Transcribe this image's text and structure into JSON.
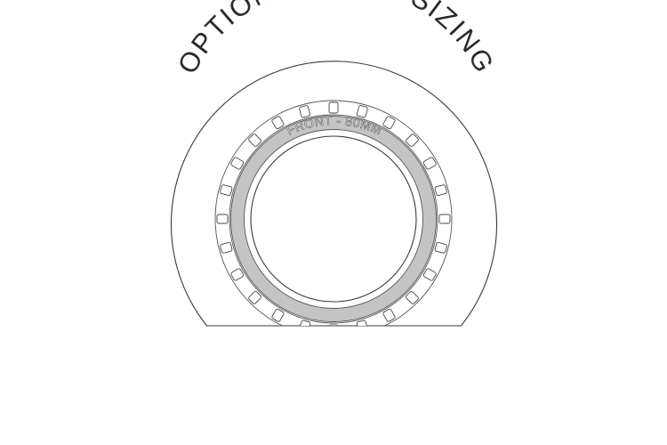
{
  "title": "OPTIONAL HALO SIZING",
  "band_label": "FRONT - 80MM",
  "colors": {
    "line": "#3a3a3a",
    "band": "#c4c4c4",
    "text": "#2a2a2a"
  },
  "icons": [
    "outer-halo-outline",
    "gear-ring-icon",
    "halo-band-ring",
    "inner-circle"
  ]
}
